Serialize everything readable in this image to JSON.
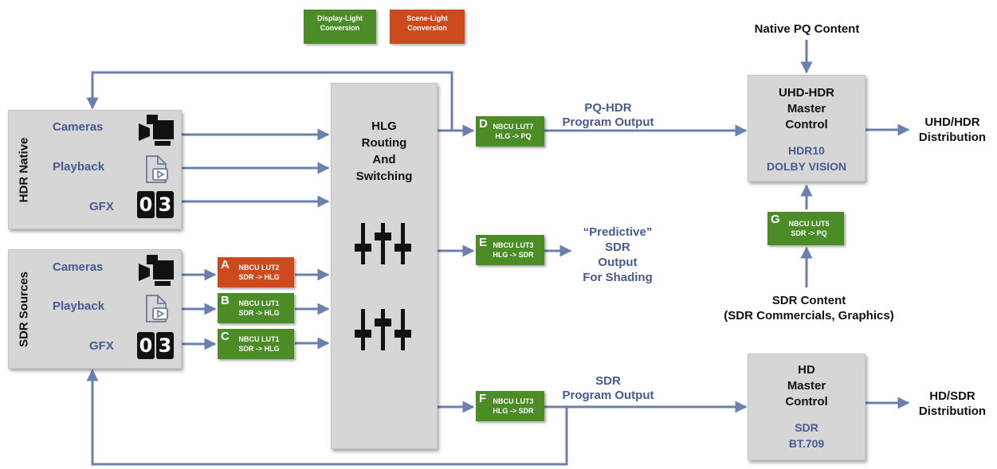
{
  "legend": {
    "display_light_line1": "Display-Light",
    "display_light_line2": "Conversion",
    "scene_light_line1": "Scene-Light",
    "scene_light_line2": "Conversion",
    "display_light_color": "#4c8c27",
    "scene_light_color": "#cc4a1c"
  },
  "hdr_native": {
    "title": "HDR Native",
    "rows": [
      "Cameras",
      "Playback",
      "GFX"
    ]
  },
  "sdr_sources": {
    "title": "SDR Sources",
    "rows": [
      "Cameras",
      "Playback",
      "GFX"
    ]
  },
  "gfx_digits": [
    "0",
    "3"
  ],
  "routing": {
    "line1": "HLG",
    "line2": "Routing",
    "line3": "And",
    "line4": "Switching"
  },
  "luts": {
    "A": {
      "letter": "A",
      "line1": "NBCU LUT2",
      "line2": "SDR -> HLG",
      "type": "scene"
    },
    "B": {
      "letter": "B",
      "line1": "NBCU LUT1",
      "line2": "SDR -> HLG",
      "type": "display"
    },
    "C": {
      "letter": "C",
      "line1": "NBCU LUT1",
      "line2": "SDR -> HLG",
      "type": "display"
    },
    "D": {
      "letter": "D",
      "line1": "NBCU LUT7",
      "line2": "HLG -> PQ",
      "type": "display"
    },
    "E": {
      "letter": "E",
      "line1": "NBCU LUT3",
      "line2": "HLG -> SDR",
      "type": "display"
    },
    "F": {
      "letter": "F",
      "line1": "NBCU LUT3",
      "line2": "HLG -> SDR",
      "type": "display"
    },
    "G": {
      "letter": "G",
      "line1": "NBCU LUT5",
      "line2": "SDR -> PQ",
      "type": "display"
    }
  },
  "outputs": {
    "pq_hdr_line1": "PQ-HDR",
    "pq_hdr_line2": "Program Output",
    "predictive_line1": "“Predictive”",
    "predictive_line2": "SDR",
    "predictive_line3": "Output",
    "predictive_line4": "For Shading",
    "sdr_line1": "SDR",
    "sdr_line2": "Program Output"
  },
  "uhd_master": {
    "line1": "UHD-HDR",
    "line2": "Master",
    "line3": "Control",
    "sub1": "HDR10",
    "sub2": "DOLBY VISION"
  },
  "hd_master": {
    "line1": "HD",
    "line2": "Master",
    "line3": "Control",
    "sub1": "SDR",
    "sub2": "BT.709"
  },
  "native_pq": "Native PQ Content",
  "uhd_dist_line1": "UHD/HDR",
  "uhd_dist_line2": "Distribution",
  "hd_dist_line1": "HD/SDR",
  "hd_dist_line2": "Distribution",
  "sdr_content_line1": "SDR Content",
  "sdr_content_line2": "(SDR Commercials, Graphics)",
  "colors": {
    "wire": "#6b7fb1",
    "box_gray": "#d6d6d6",
    "label_blue": "#485a8f"
  },
  "icons": [
    "camera-icon",
    "playback-file-icon",
    "gfx-counter-icon",
    "mixer-sliders-icon"
  ]
}
